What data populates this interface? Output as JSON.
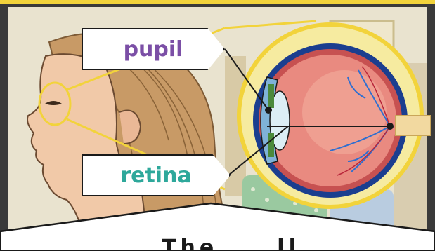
{
  "labels": {
    "pupil": "pupil",
    "retina": "retina"
  },
  "caption_partial": "The  . . ll",
  "colors": {
    "frame_yellow": "#f2d33b",
    "pupil_label": "#7b4fa6",
    "retina_label": "#2ea89b",
    "eyeball": "#e98a80",
    "outline": "#1a1a1a"
  }
}
